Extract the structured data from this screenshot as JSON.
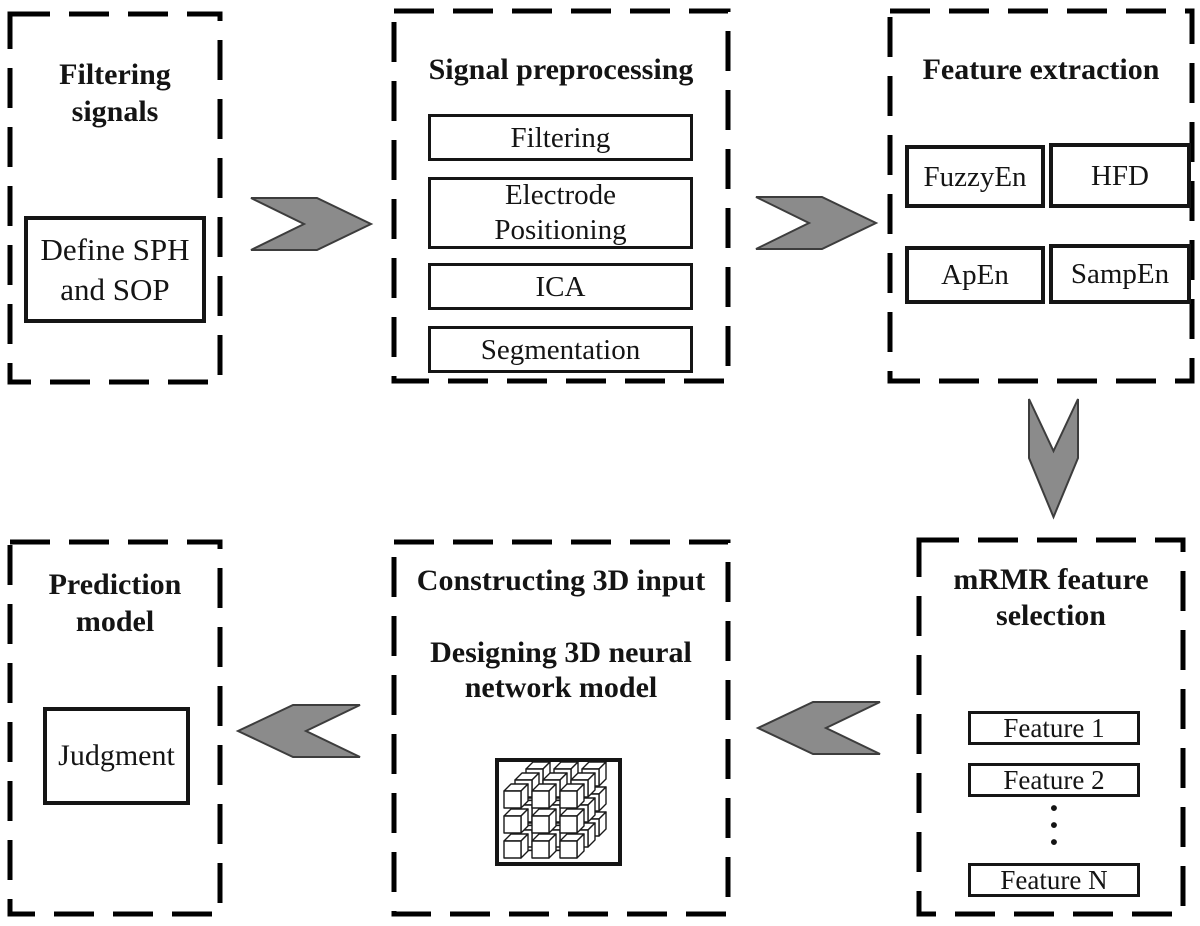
{
  "figure": {
    "type": "flowchart",
    "colors": {
      "background": "#ffffff",
      "line": "#000000",
      "arrow_fill": "#8b8b8b",
      "arrow_stroke": "#3d3d3d"
    },
    "panels": {
      "filtering_signals": {
        "title": "Filtering signals",
        "box": "Define SPH and SOP"
      },
      "signal_preprocessing": {
        "title": "Signal preprocessing",
        "steps": [
          "Filtering",
          "Electrode Positioning",
          "ICA",
          "Segmentation"
        ]
      },
      "feature_extraction": {
        "title": "Feature extraction",
        "features": [
          "FuzzyEn",
          "HFD",
          "ApEn",
          "SampEn"
        ]
      },
      "mrmr_feature_selection": {
        "title": "mRMR feature selection",
        "items": [
          "Feature 1",
          "Feature 2",
          "Feature N"
        ],
        "ellipsis": "···"
      },
      "constructing_3d": {
        "title": "Constructing 3D input",
        "subtitle": "Designing 3D neural network model",
        "icon": "cube-lattice-icon"
      },
      "prediction_model": {
        "title": "Prediction model",
        "box": "Judgment"
      }
    }
  }
}
